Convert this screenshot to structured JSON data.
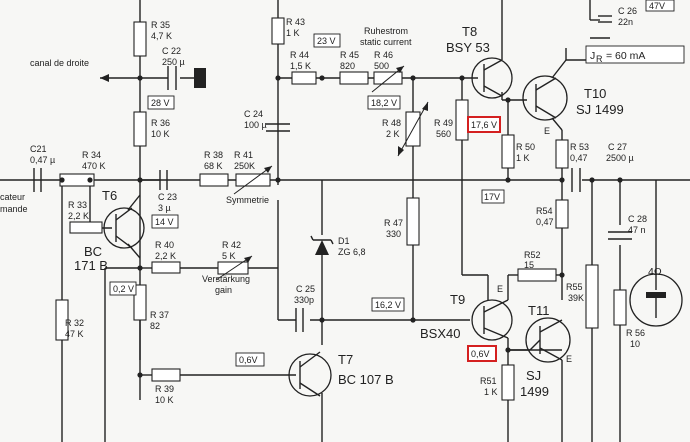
{
  "labels": {
    "R35": [
      "R 35",
      "4,7 K"
    ],
    "C22": [
      "C 22",
      "250 µ"
    ],
    "R36": [
      "R 36",
      "10 K"
    ],
    "C21": [
      "C21",
      "0,47 µ"
    ],
    "R34": [
      "R 34",
      "470 K"
    ],
    "R33": [
      "R 33",
      "2,2 K"
    ],
    "C23": [
      "C 23",
      "3 µ"
    ],
    "T6": [
      "T6",
      "BC",
      "171 B"
    ],
    "R40": [
      "R 40",
      "2,2 K"
    ],
    "R32": [
      "R 32",
      "47 K"
    ],
    "R37": [
      "R 37",
      "82"
    ],
    "R39": [
      "R 39",
      "10 K"
    ],
    "R38": [
      "R 38",
      "68 K"
    ],
    "R41": [
      "R 41",
      "250K"
    ],
    "symmetrie": "Symmetrie",
    "C24": [
      "C 24",
      "100 µ"
    ],
    "R42": [
      "R 42",
      "5 K"
    ],
    "gain": [
      "Verstärkung",
      "gain"
    ],
    "R43": [
      "R 43",
      "1 K"
    ],
    "R44": [
      "R 44",
      "1,5 K"
    ],
    "R45": [
      "R 45",
      "820"
    ],
    "R46": [
      "R 46",
      "500"
    ],
    "ruhestrom": [
      "Ruhestrom",
      "static current"
    ],
    "T8": [
      "T8",
      "BSY 53"
    ],
    "R48": [
      "R 48",
      "2 K"
    ],
    "R49": [
      "R 49",
      "560"
    ],
    "R47": [
      "R 47",
      "330"
    ],
    "D1": [
      "D1",
      "ZG 6,8"
    ],
    "C25": [
      "C 25",
      "330p"
    ],
    "T7": [
      "T7",
      "BC 107 B"
    ],
    "T9": [
      "T9",
      "BSX40"
    ],
    "R51": [
      "R51",
      "1 K"
    ],
    "R52": [
      "R52",
      "15"
    ],
    "T11": [
      "T11",
      "SJ",
      "1499"
    ],
    "T10": [
      "T10",
      "SJ 1499"
    ],
    "JR": "J",
    "JR_sub": "R",
    "JR_val": "= 60 mA",
    "R50": [
      "R 50",
      "1 K"
    ],
    "R53": [
      "R 53",
      "0,47"
    ],
    "C27": [
      "C 27",
      "2500 µ"
    ],
    "R54": [
      "R54",
      "0,47"
    ],
    "C28": [
      "C 28",
      "47 n"
    ],
    "R55": [
      "R55",
      "39K"
    ],
    "R56": [
      "R 56",
      "10"
    ],
    "speaker": "4Ω",
    "C26": [
      "C 26",
      "22n"
    ],
    "topright_box": "47V",
    "canal": "canal de droite",
    "capteur": [
      "cateur",
      "mande"
    ],
    "E_T10": "E",
    "E_T9": "E",
    "E_T11": "E"
  },
  "voltages": {
    "v28": "28 V",
    "v23": "23 V",
    "v18_2": "18,2 V",
    "v17_6": "17,6 V",
    "v17": "17V",
    "v14": "14 V",
    "v0_2": "0,2 V",
    "v16_2": "16,2 V",
    "v0_6_t7": "0,6V",
    "v0_6_t9": "0,6V"
  },
  "colors": {
    "ink": "#222222",
    "paper": "#f7f7f5",
    "highlight": "#d42020"
  }
}
